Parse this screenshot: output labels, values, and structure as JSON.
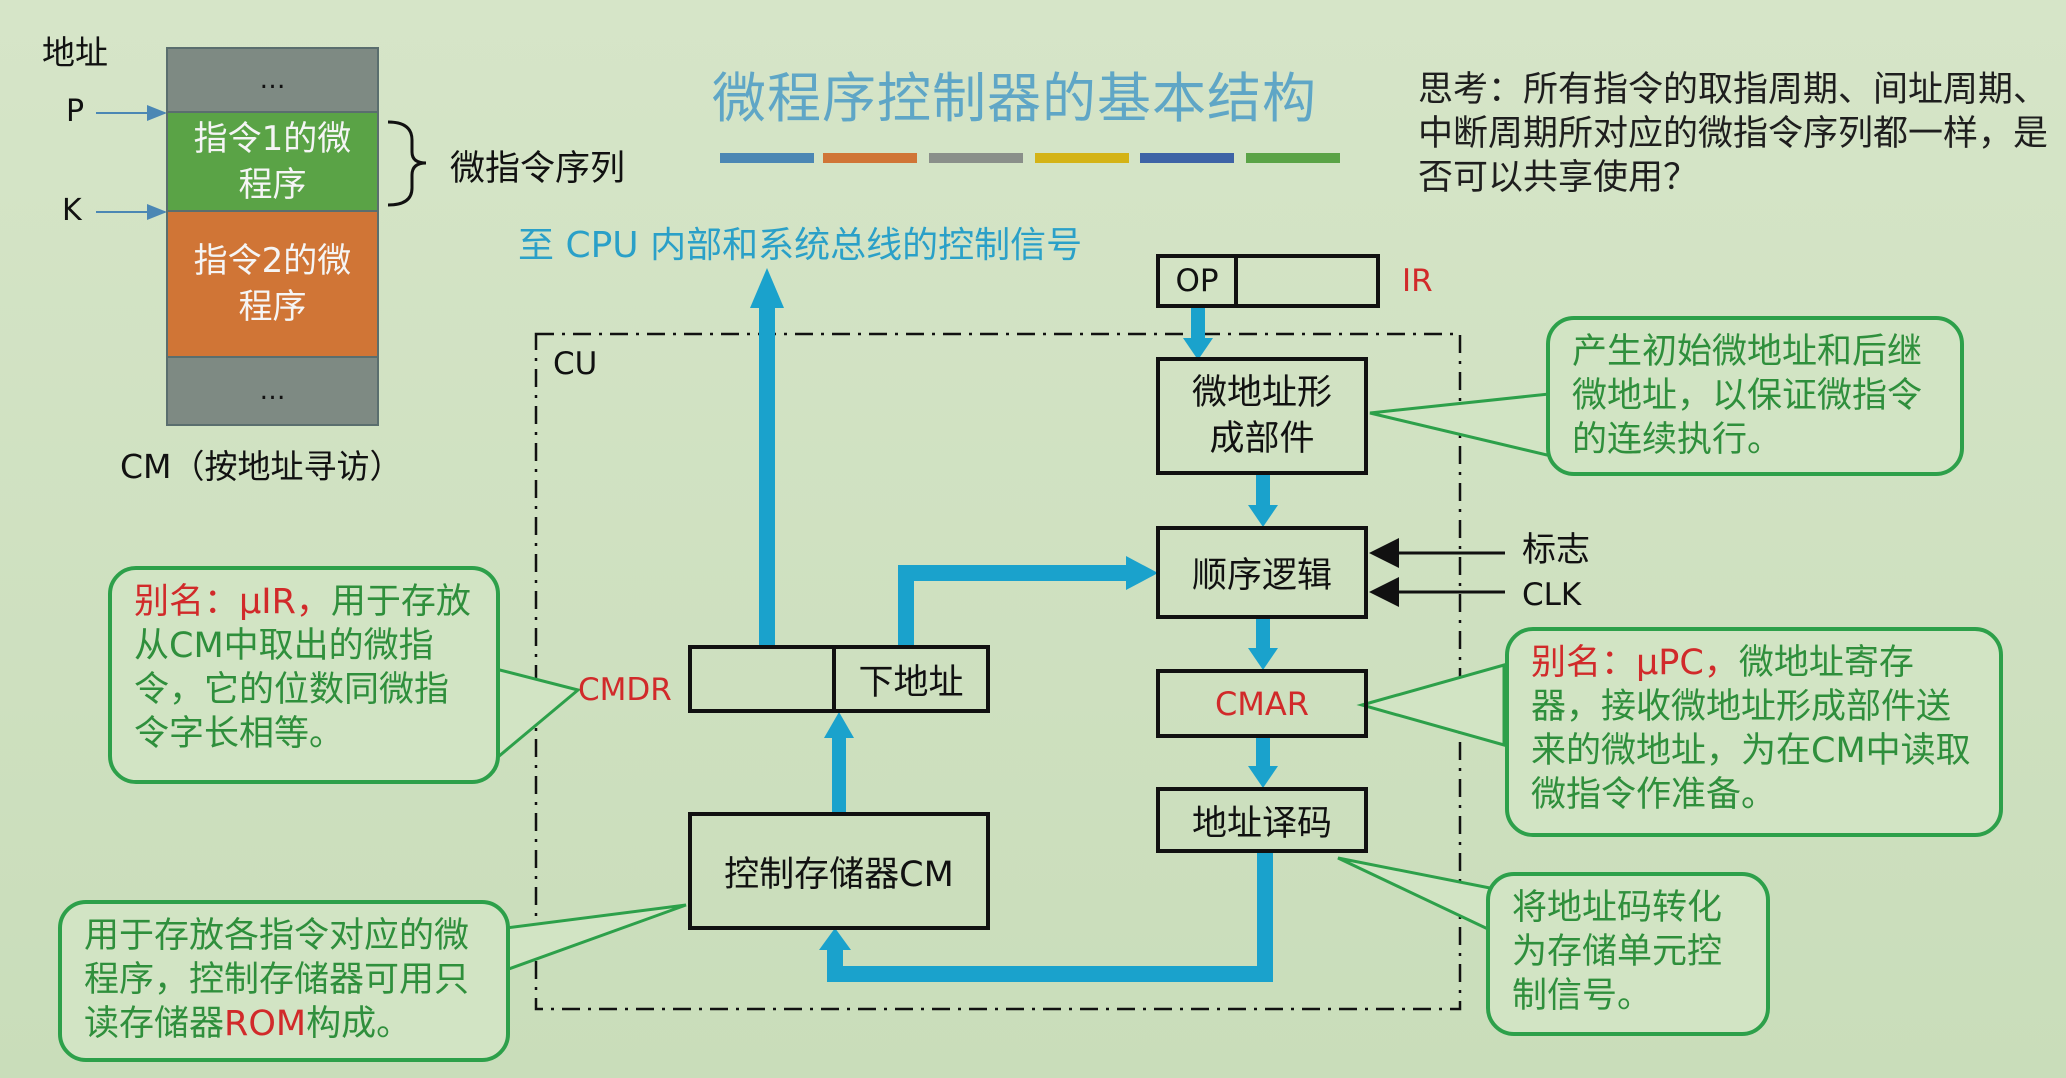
{
  "title": "微程序控制器的基本结构",
  "think": "思考：所有指令的取指周期、间址周期、中断周期所对应的微指令序列都一样，是否可以共享使用？",
  "title_bar_colors": [
    "#4b87b4",
    "#d07536",
    "#8a8f8a",
    "#d4b316",
    "#3e63a6",
    "#5aa346"
  ],
  "cm_memory": {
    "address_label": "地址",
    "pointer_p": "P",
    "pointer_k": "K",
    "dots_top": "…",
    "program1": "指令1的微程序",
    "program2": "指令2的微程序",
    "dots_bottom": "…",
    "brace_label": "微指令序列",
    "caption": "CM（按地址寻访）"
  },
  "cu": {
    "label": "CU",
    "control_signal_text": "至 CPU 内部和系统总线的控制信号",
    "ir_op": "OP",
    "ir_label": "IR",
    "micro_addr_gen": "微地址形成部件",
    "sequencer": "顺序逻辑",
    "flag_label": "标志",
    "clk_label": "CLK",
    "cmdr_label": "CMDR",
    "next_addr": "下地址",
    "cmar": "CMAR",
    "addr_decode": "地址译码",
    "control_store": "控制存储器CM"
  },
  "callouts": {
    "micro_addr": "产生初始微地址和后继微地址，以保证微指令的连续执行。",
    "cmdr_alias_label": "别名：μIR，",
    "cmdr_text": "用于存放从CM中取出的微指令，它的位数同微指令字长相等。",
    "cmar_alias_label": "别名：μPC，",
    "cmar_text": "微地址寄存器，接收微地址形成部件送来的微地址，为在CM中读取微指令作准备。",
    "decode": "将地址码转化为存储单元控制信号。",
    "cm_text_a": "用于存放各指令对应的微程序，控制存储器可用只读存储器",
    "cm_text_rom": "ROM",
    "cm_text_b": "构成。"
  },
  "colors": {
    "bus_arrow": "#1aa2cc",
    "callout_border": "#2da04a",
    "alias_red": "#d12a2a",
    "title_blue": "#5fa6c6"
  }
}
